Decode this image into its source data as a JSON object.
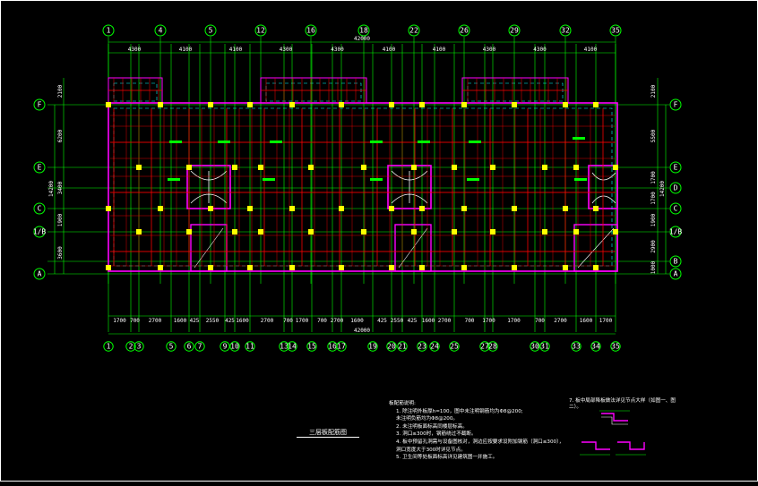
{
  "drawing": {
    "title": "三层板配筋图",
    "total_width": "42000",
    "total_height": "14200"
  },
  "axes_top": [
    "1",
    "4",
    "5",
    "12",
    "16",
    "18",
    "22",
    "26",
    "29",
    "32",
    "35"
  ],
  "axes_bottom": [
    "1",
    "2",
    "3",
    "5",
    "6",
    "7",
    "9",
    "10",
    "11",
    "13",
    "14",
    "15",
    "16",
    "17",
    "19",
    "20",
    "21",
    "23",
    "24",
    "25",
    "27",
    "28",
    "30",
    "31",
    "33",
    "34",
    "35"
  ],
  "rows_left": [
    "F",
    "E",
    "C",
    "1/B",
    "A"
  ],
  "rows_right": [
    "F",
    "E",
    "D",
    "C",
    "1/B",
    "B",
    "A"
  ],
  "dims_top": [
    "4300",
    "4100",
    "4100",
    "4300",
    "4300",
    "4100",
    "4100",
    "4300",
    "4300",
    "4100"
  ],
  "dims_bottom": [
    "1700",
    "700",
    "2700",
    "1600",
    "425",
    "2550",
    "425",
    "1600",
    "2700",
    "700",
    "1700",
    "700",
    "2700",
    "1600",
    "425",
    "2550",
    "425",
    "1600",
    "2700",
    "700",
    "1700",
    "1700",
    "700",
    "2700",
    "1600",
    "1700"
  ],
  "dims_left": [
    "2100",
    "6200",
    "3400",
    "1900",
    "3600"
  ],
  "dims_left_total": "14200",
  "dims_right": [
    "2100",
    "5500",
    "1700",
    "1700",
    "1900",
    "2900",
    "1000"
  ],
  "dims_right_total": "14200",
  "notes": {
    "heading": "板配筋说明:",
    "items": [
      "1. 除注明外板厚h=100，图中未注明钢筋均为Φ8@200;",
      "   未注明负筋均为Φ8@200。",
      "2. 未注明板面标高同楼层标高。",
      "3. 洞口≤300时，钢筋绕过不截断。",
      "4. 板中预留孔洞需与设备图核对，洞边应按要求设附加钢筋（洞口≤300），",
      "   洞口宽度大于300时详见节点。",
      "5. 卫生间等处板面标高详见建筑图一并施工。"
    ],
    "detail_title": "7. 板中局部降板做法详见节点大样（如图一、图二）。"
  }
}
